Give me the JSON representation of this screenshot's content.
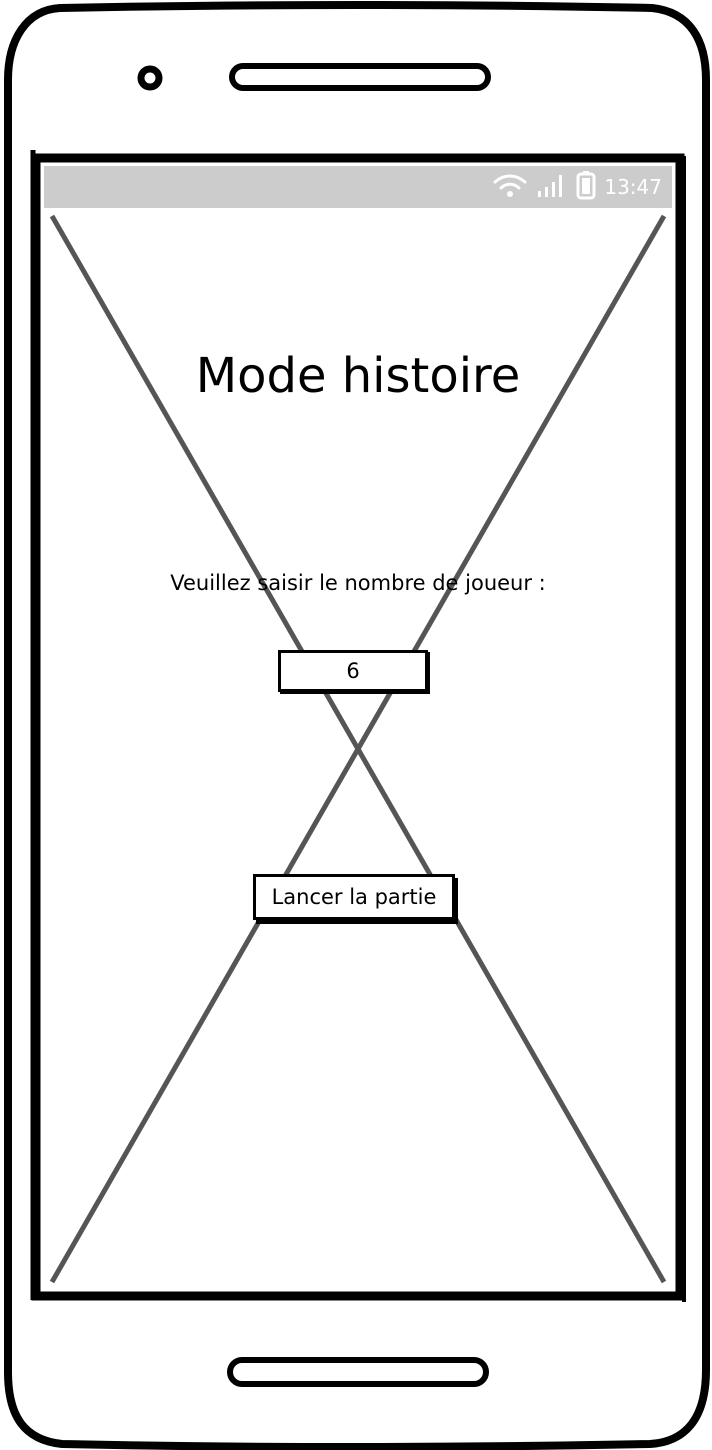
{
  "status_bar": {
    "time": "13:47",
    "icons": [
      "wifi-icon",
      "signal-icon",
      "battery-icon"
    ],
    "background_color": "#cccccc"
  },
  "screen": {
    "title": "Mode histoire",
    "prompt": "Veuillez saisir le nombre de joueur :",
    "player_count_value": "6",
    "launch_button_label": "Lancer la partie"
  },
  "colors": {
    "frame": "#000000",
    "placeholder_lines": "#555555"
  }
}
